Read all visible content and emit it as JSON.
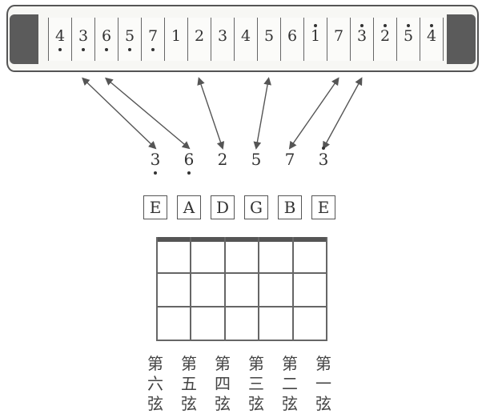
{
  "harmonica_holes": [
    {
      "n": "4",
      "top": false,
      "bottom": true
    },
    {
      "n": "3",
      "top": false,
      "bottom": true
    },
    {
      "n": "6",
      "top": false,
      "bottom": true
    },
    {
      "n": "5",
      "top": false,
      "bottom": true
    },
    {
      "n": "7",
      "top": false,
      "bottom": true
    },
    {
      "n": "1",
      "top": false,
      "bottom": false
    },
    {
      "n": "2",
      "top": false,
      "bottom": false
    },
    {
      "n": "3",
      "top": false,
      "bottom": false
    },
    {
      "n": "4",
      "top": false,
      "bottom": false
    },
    {
      "n": "5",
      "top": false,
      "bottom": false
    },
    {
      "n": "6",
      "top": false,
      "bottom": false
    },
    {
      "n": "1",
      "top": true,
      "bottom": false
    },
    {
      "n": "7",
      "top": false,
      "bottom": false
    },
    {
      "n": "3",
      "top": true,
      "bottom": false
    },
    {
      "n": "2",
      "top": true,
      "bottom": false
    },
    {
      "n": "5",
      "top": true,
      "bottom": false
    },
    {
      "n": "4",
      "top": true,
      "bottom": false
    }
  ],
  "string_tones": [
    {
      "n": "3",
      "top": false,
      "bottom": true
    },
    {
      "n": "6",
      "top": false,
      "bottom": true
    },
    {
      "n": "2",
      "top": false,
      "bottom": false
    },
    {
      "n": "5",
      "top": false,
      "bottom": false
    },
    {
      "n": "7",
      "top": false,
      "bottom": false
    },
    {
      "n": "3",
      "top": true,
      "bottom": false
    }
  ],
  "string_notes": [
    "E",
    "A",
    "D",
    "G",
    "B",
    "E"
  ],
  "string_labels": [
    "第六弦",
    "第五弦",
    "第四弦",
    "第三弦",
    "第二弦",
    "第一弦"
  ],
  "arrow_links": [
    {
      "tone": 0,
      "hole": 1
    },
    {
      "tone": 1,
      "hole": 2
    },
    {
      "tone": 2,
      "hole": 6
    },
    {
      "tone": 3,
      "hole": 9
    },
    {
      "tone": 4,
      "hole": 12
    },
    {
      "tone": 5,
      "hole": 13
    }
  ]
}
